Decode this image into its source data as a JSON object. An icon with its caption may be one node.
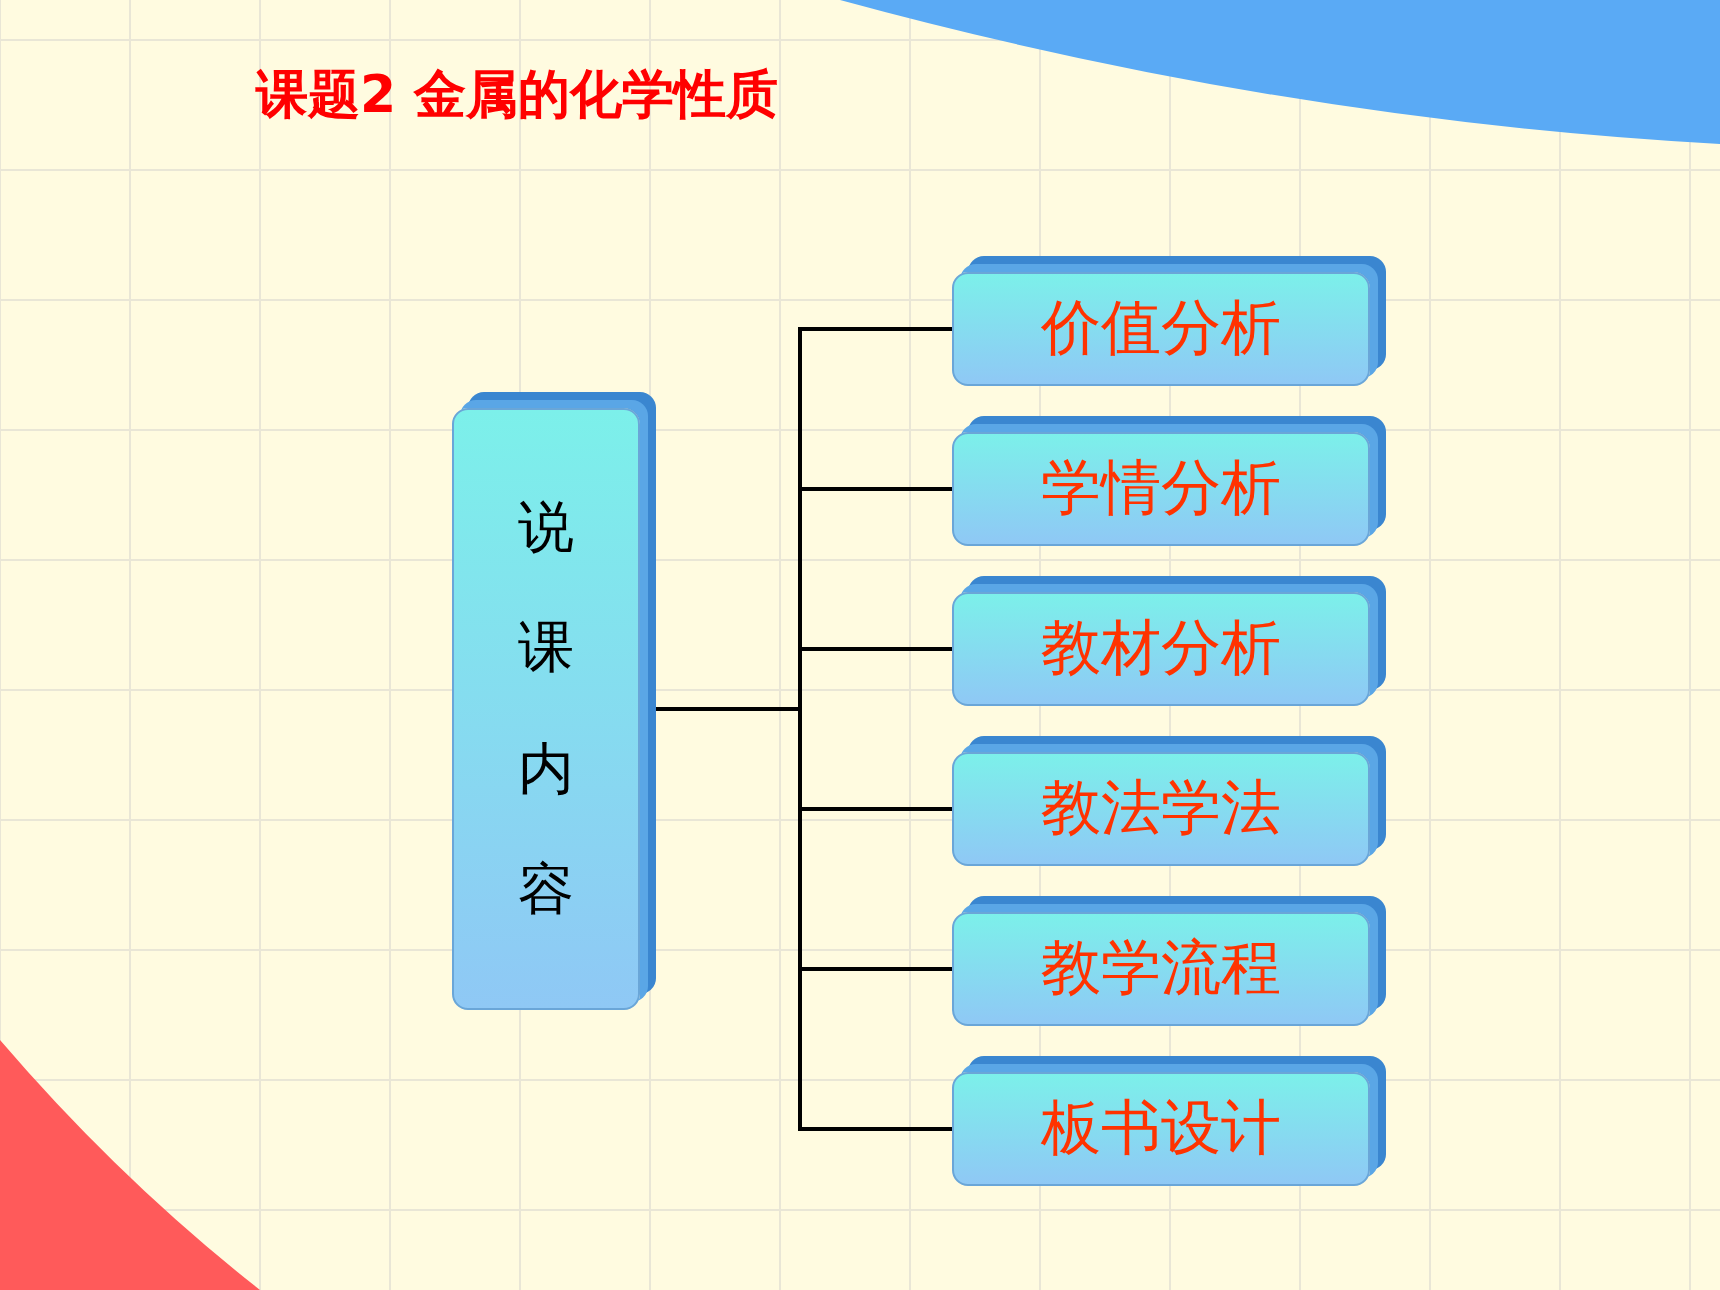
{
  "diagram": {
    "title": "课题2 金属的化学性质",
    "nodes": [
      {
        "text": [
          "说课内容"
        ]
      },
      {
        "text": [
          "价值分析"
        ]
      },
      {
        "text": [
          "学情分析"
        ]
      },
      {
        "text": [
          "教材分析"
        ]
      },
      {
        "text": [
          "教法学法"
        ]
      },
      {
        "text": [
          "教学流程"
        ]
      },
      {
        "text": [
          "板书设计"
        ]
      }
    ],
    "edges": [
      {
        "from": 0,
        "to": 1,
        "arrow": "none"
      },
      {
        "from": 0,
        "to": 2,
        "arrow": "none"
      },
      {
        "from": 0,
        "to": 3,
        "arrow": "none"
      },
      {
        "from": 0,
        "to": 4,
        "arrow": "none"
      },
      {
        "from": 0,
        "to": 5,
        "arrow": "none"
      },
      {
        "from": 0,
        "to": 6,
        "arrow": "none"
      }
    ]
  }
}
